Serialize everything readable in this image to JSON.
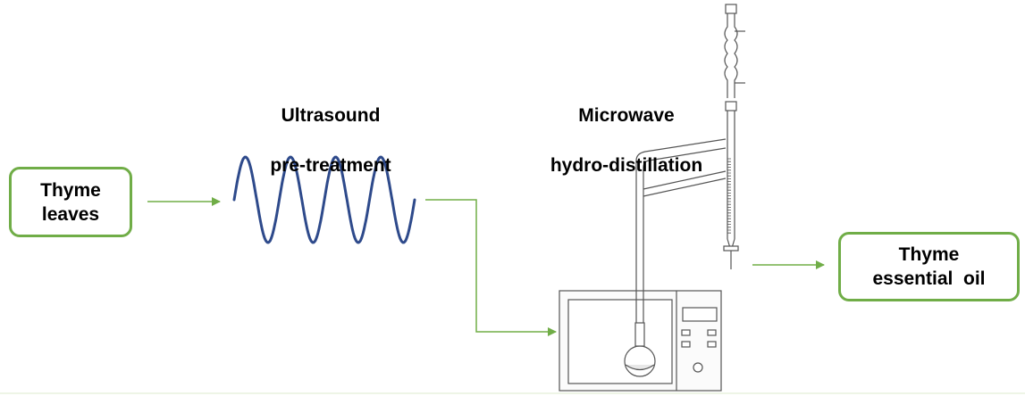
{
  "nodes": {
    "input": {
      "line1": "Thyme",
      "line2": "leaves"
    },
    "output": {
      "line1": "Thyme",
      "line2": "essential  oil"
    }
  },
  "steps": {
    "ultrasound": {
      "line1": "Ultrasound",
      "line2": "pre-treatment"
    },
    "microwave": {
      "line1": "Microwave",
      "line2": "hydro-distillation"
    }
  },
  "colors": {
    "box_border": "#70ad47",
    "arrow": "#70ad47",
    "wave": "#2e4a8b",
    "apparatus": "#555555"
  },
  "icons": [
    "ultrasound-wave-icon",
    "microwave-oven-icon",
    "distillation-apparatus-icon"
  ]
}
